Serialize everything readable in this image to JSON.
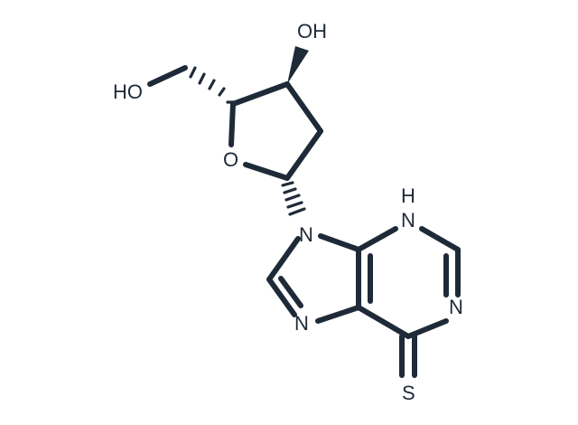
{
  "molecule": {
    "labels": {
      "oh_top": "OH",
      "ho_left": "HO",
      "ring_o": "O",
      "n9": "N",
      "n3_h": "H",
      "n3": "N",
      "n1": "N",
      "n7": "N",
      "s": "S"
    },
    "colors": {
      "bond": "#1f2a38",
      "background": "#ffffff"
    }
  }
}
